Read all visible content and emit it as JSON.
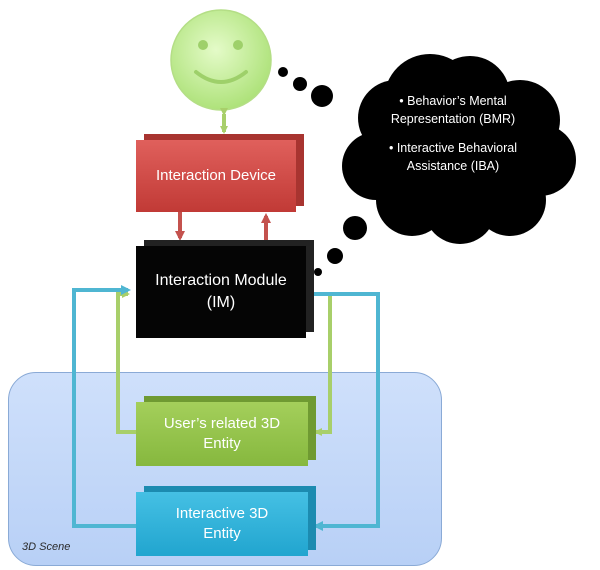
{
  "nodes": {
    "interaction_device": "Interaction Device",
    "interaction_module": "Interaction Module\n(IM)",
    "users_entity": "User’s related 3D\nEntity",
    "interactive_entity": "Interactive 3D\nEntity"
  },
  "thought_bubble": {
    "items": [
      "• Behavior’s Mental\nRepresentation (BMR)",
      "• Interactive Behavioral\nAssistance (IBA)"
    ]
  },
  "scene_label": "3D Scene",
  "colors": {
    "device": "#d44a46",
    "module": "#000000",
    "user_entity": "#96c44b",
    "interactive_entity": "#30b3dc",
    "scene": "#c6dbf8",
    "face": "#c9f09b",
    "green_arrow": "#a8cf6a",
    "blue_arrow": "#4fb6d2",
    "red_arrow": "#c4524e"
  }
}
